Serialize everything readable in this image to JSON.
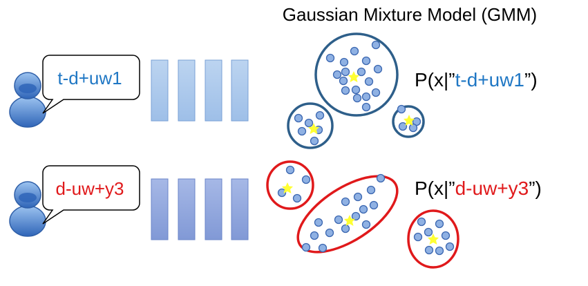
{
  "title": "Gaussian Mixture Model (GMM)",
  "rows": [
    {
      "bubble_text": "t-d+uw1",
      "prob_prefix": "P(x|”",
      "prob_label": "t-d+uw1",
      "prob_suffix": "”)",
      "label_color": "#1f77c4",
      "cluster_color": "#2e5f8a"
    },
    {
      "bubble_text": "d-uw+y3",
      "prob_prefix": "P(x|”",
      "prob_label": "d-uw+y3",
      "prob_suffix": "”)",
      "label_color": "#e0191b",
      "cluster_color": "#e0191b"
    }
  ],
  "colors": {
    "point_fill": "#8fb1e3",
    "point_stroke": "#3a66b0",
    "star": "#ffff33",
    "feature_top": "#a8c6ea",
    "feature_bottom": "#8ea6dc",
    "person": "#3f78c8"
  },
  "icons": [
    "user-icon",
    "speech-bubble",
    "star-icon"
  ]
}
